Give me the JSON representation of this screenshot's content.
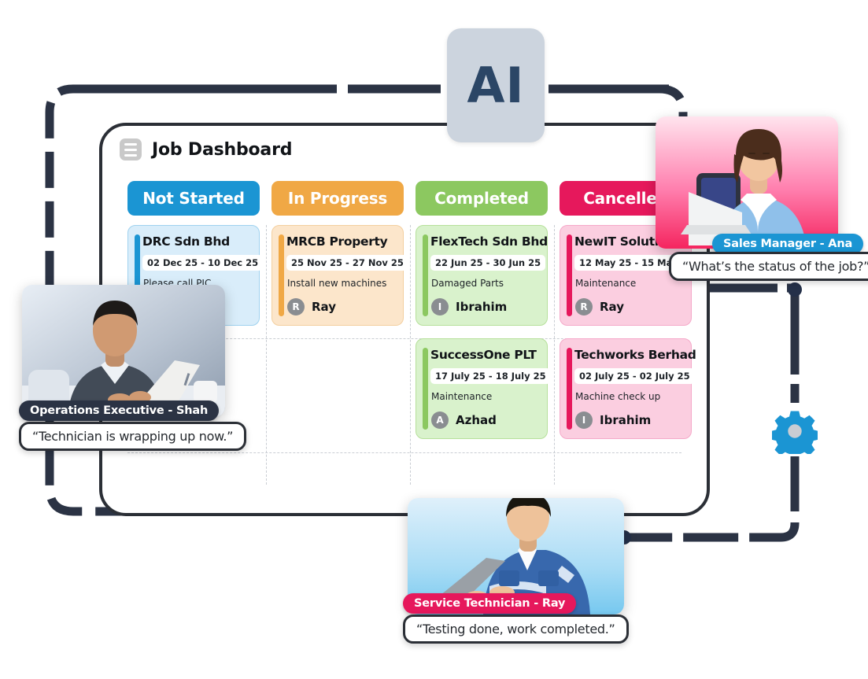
{
  "ai_chip": {
    "label": "AI",
    "bg": "#ccd4de",
    "fg": "#2b4666"
  },
  "panel": {
    "menu_icon": "hamburger-menu-icon",
    "title": "Job Dashboard"
  },
  "columns": [
    {
      "label": "Not Started",
      "pill_color": "#1b95d3",
      "cards": [
        {
          "company": "DRC Sdn Bhd",
          "date_range": "02 Dec 25 - 10 Dec 25",
          "description": "Please call PIC",
          "assignee": "",
          "initial": "",
          "bg": "#d9edfa",
          "accent": "#1b95d3",
          "border": "#9fd2ef"
        }
      ]
    },
    {
      "label": "In Progress",
      "pill_color": "#f0a845",
      "cards": [
        {
          "company": "MRCB Property",
          "date_range": "25 Nov 25 - 27 Nov 25",
          "description": "Install new machines",
          "assignee": "Ray",
          "initial": "R",
          "bg": "#fce6cb",
          "accent": "#f0a845",
          "border": "#f3cf9f"
        }
      ]
    },
    {
      "label": "Completed",
      "pill_color": "#86c košt",
      "cards": []
    },
    {
      "label": "Cancelled",
      "pill_color": "#e6185c",
      "cards": []
    }
  ],
  "board": {
    "columns": [
      {
        "label": "Not Started",
        "pill_color": "#1b95d3",
        "cards": [
          {
            "company": "DRC Sdn Bhd",
            "date_range": "02 Dec 25 - 10 Dec 25",
            "description": "Please call PIC",
            "assignee": "",
            "initial": "",
            "bg": "#d9edfa",
            "accent": "#1b95d3",
            "border": "#9fd2ef"
          }
        ]
      },
      {
        "label": "In Progress",
        "pill_color": "#f0a845",
        "cards": [
          {
            "company": "MRCB Property",
            "date_range": "25 Nov 25 - 27 Nov 25",
            "description": "Install new machines",
            "assignee": "Ray",
            "initial": "R",
            "bg": "#fce6cb",
            "accent": "#f0a845",
            "border": "#f3cf9f"
          }
        ]
      },
      {
        "label": "Completed",
        "pill_color": "#8cc860",
        "cards": [
          {
            "company": "FlexTech Sdn Bhd",
            "date_range": "22 Jun 25 - 30 Jun 25",
            "description": "Damaged Parts",
            "assignee": "Ibrahim",
            "initial": "I",
            "bg": "#d9f2cc",
            "accent": "#8cc860",
            "border": "#b6e09b"
          },
          {
            "company": "SuccessOne PLT",
            "date_range": "17 July 25 - 18 July 25",
            "description": "Maintenance",
            "assignee": "Azhad",
            "initial": "A",
            "bg": "#d9f2cc",
            "accent": "#8cc860",
            "border": "#b6e09b"
          }
        ]
      },
      {
        "label": "Cancelled",
        "pill_color": "#e6185c",
        "cards": [
          {
            "company": "NewIT Solutions",
            "date_range": "12 May 25 - 15 May 25",
            "description": "Maintenance",
            "assignee": "Ray",
            "initial": "R",
            "bg": "#fbcee0",
            "accent": "#e6185c",
            "border": "#f5a9c9"
          },
          {
            "company": "Techworks Berhad",
            "date_range": "02 July 25 - 02 July 25",
            "description": "Machine check up",
            "assignee": "Ibrahim",
            "initial": "I",
            "bg": "#fbcee0",
            "accent": "#e6185c",
            "border": "#f5a9c9"
          }
        ]
      }
    ]
  },
  "personas": [
    {
      "role_name": "Operations Executive - Shah",
      "quote": "“Technician is wrapping up now.”",
      "badge_color": "#2b3344"
    },
    {
      "role_name": "Sales Manager - Ana",
      "quote": "“What’s the status of the job?”",
      "badge_color": "#1b95d3"
    },
    {
      "role_name": "Service Technician - Ray",
      "quote": "“Testing done, work completed.”",
      "badge_color": "#e6185c"
    }
  ],
  "icons": {
    "gear": "gear-icon",
    "gear_color": "#1b95d3",
    "gear_center": "#c9cdd3"
  },
  "theme": {
    "circuit_color": "#2b3344",
    "panel_border": "#2b2f36"
  }
}
